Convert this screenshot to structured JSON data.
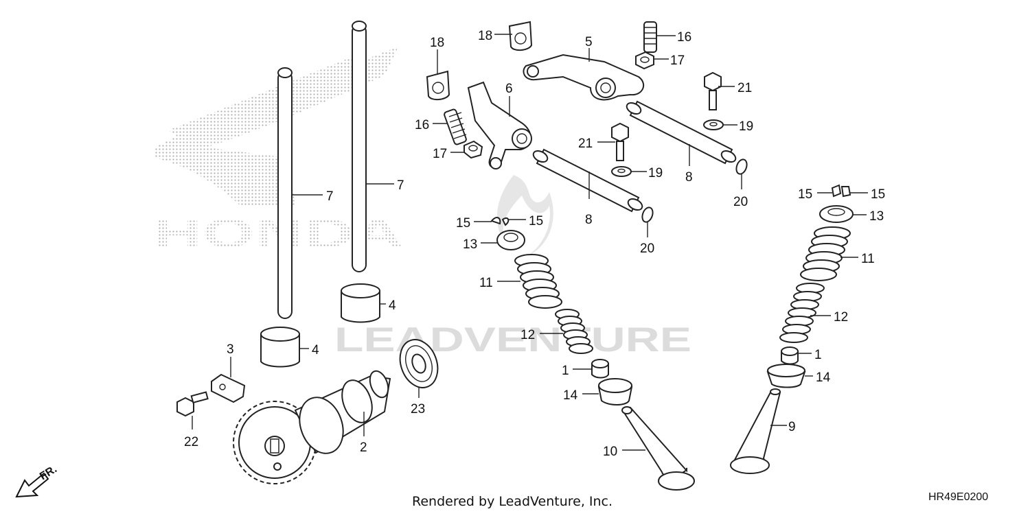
{
  "background_brand": {
    "wordmark": "HONDA",
    "color": "#b5b5b5"
  },
  "watermark": {
    "text": "LEADVENTURE",
    "color": "#d8d8d8"
  },
  "direction_marker": {
    "label": "FR.",
    "icon": "arrow-down-left-icon"
  },
  "footer": {
    "credit": "Rendered by LeadVenture, Inc.",
    "diagram_code": "HR49E0200"
  },
  "callouts": [
    {
      "id": "c18a",
      "num": "18"
    },
    {
      "id": "c18b",
      "num": "18"
    },
    {
      "id": "c16a",
      "num": "16"
    },
    {
      "id": "c17a",
      "num": "17"
    },
    {
      "id": "c5",
      "num": "5"
    },
    {
      "id": "c6",
      "num": "6"
    },
    {
      "id": "c16b",
      "num": "16"
    },
    {
      "id": "c17b",
      "num": "17"
    },
    {
      "id": "c21a",
      "num": "21"
    },
    {
      "id": "c19a",
      "num": "19"
    },
    {
      "id": "c21b",
      "num": "21"
    },
    {
      "id": "c19b",
      "num": "19"
    },
    {
      "id": "c8a",
      "num": "8"
    },
    {
      "id": "c8b",
      "num": "8"
    },
    {
      "id": "c20a",
      "num": "20"
    },
    {
      "id": "c20b",
      "num": "20"
    },
    {
      "id": "c7a",
      "num": "7"
    },
    {
      "id": "c7b",
      "num": "7"
    },
    {
      "id": "c15a",
      "num": "15"
    },
    {
      "id": "c15b",
      "num": "15"
    },
    {
      "id": "c15c",
      "num": "15"
    },
    {
      "id": "c15d",
      "num": "15"
    },
    {
      "id": "c13a",
      "num": "13"
    },
    {
      "id": "c13b",
      "num": "13"
    },
    {
      "id": "c11a",
      "num": "11"
    },
    {
      "id": "c11b",
      "num": "11"
    },
    {
      "id": "c12a",
      "num": "12"
    },
    {
      "id": "c12b",
      "num": "12"
    },
    {
      "id": "c4a",
      "num": "4"
    },
    {
      "id": "c4b",
      "num": "4"
    },
    {
      "id": "c1a",
      "num": "1"
    },
    {
      "id": "c1b",
      "num": "1"
    },
    {
      "id": "c14a",
      "num": "14"
    },
    {
      "id": "c14b",
      "num": "14"
    },
    {
      "id": "c3",
      "num": "3"
    },
    {
      "id": "c22",
      "num": "22"
    },
    {
      "id": "c2",
      "num": "2"
    },
    {
      "id": "c23",
      "num": "23"
    },
    {
      "id": "c10",
      "num": "10"
    },
    {
      "id": "c9",
      "num": "9"
    }
  ]
}
